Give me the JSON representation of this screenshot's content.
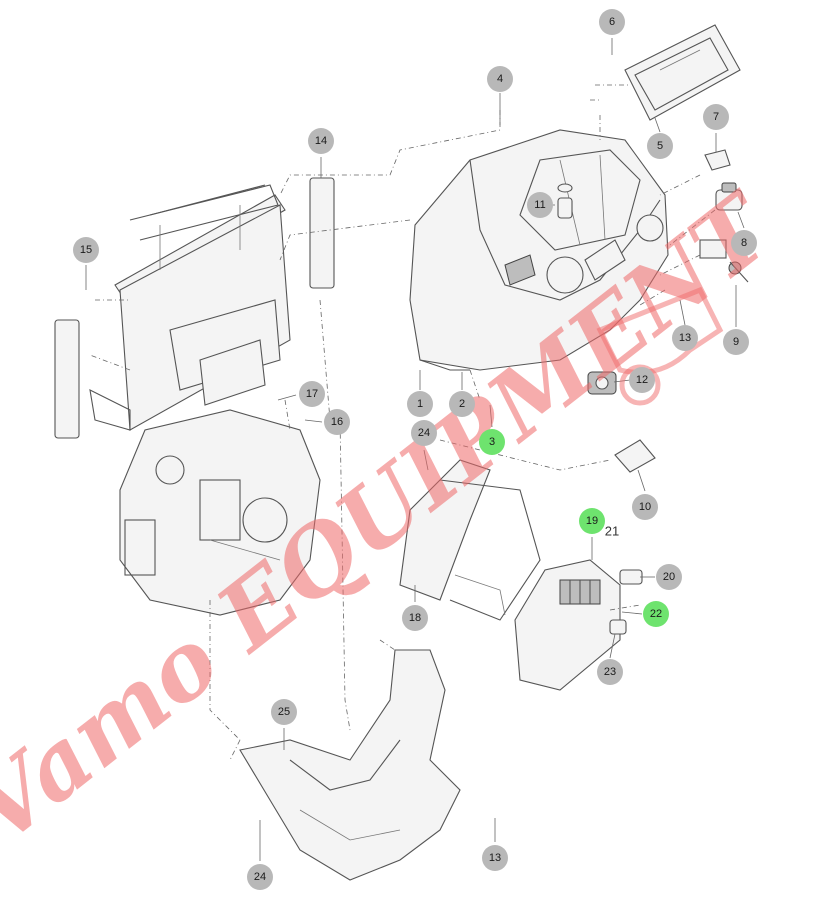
{
  "callouts": [
    {
      "label": "1"
    },
    {
      "label": "2"
    },
    {
      "label": "3",
      "highlight": true
    },
    {
      "label": "4"
    },
    {
      "label": "5"
    },
    {
      "label": "6"
    },
    {
      "label": "7"
    },
    {
      "label": "8"
    },
    {
      "label": "9"
    },
    {
      "label": "10"
    },
    {
      "label": "11"
    },
    {
      "label": "12"
    },
    {
      "label": "13"
    },
    {
      "label": "13"
    },
    {
      "label": "14"
    },
    {
      "label": "15"
    },
    {
      "label": "16"
    },
    {
      "label": "17"
    },
    {
      "label": "18"
    },
    {
      "label": "19",
      "highlight": true
    },
    {
      "label": "20"
    },
    {
      "label": "22",
      "highlight": true
    },
    {
      "label": "23"
    },
    {
      "label": "24"
    },
    {
      "label": "24"
    },
    {
      "label": "25"
    }
  ],
  "plain_labels": [
    {
      "label": "21"
    }
  ],
  "watermark": {
    "text": "Vamo EQUIPMENT"
  },
  "colors": {
    "callout_fill": "#b8b8b8",
    "callout_highlight_fill": "#6ee36e",
    "line": "#555555",
    "watermark": "#ef6a6a"
  }
}
